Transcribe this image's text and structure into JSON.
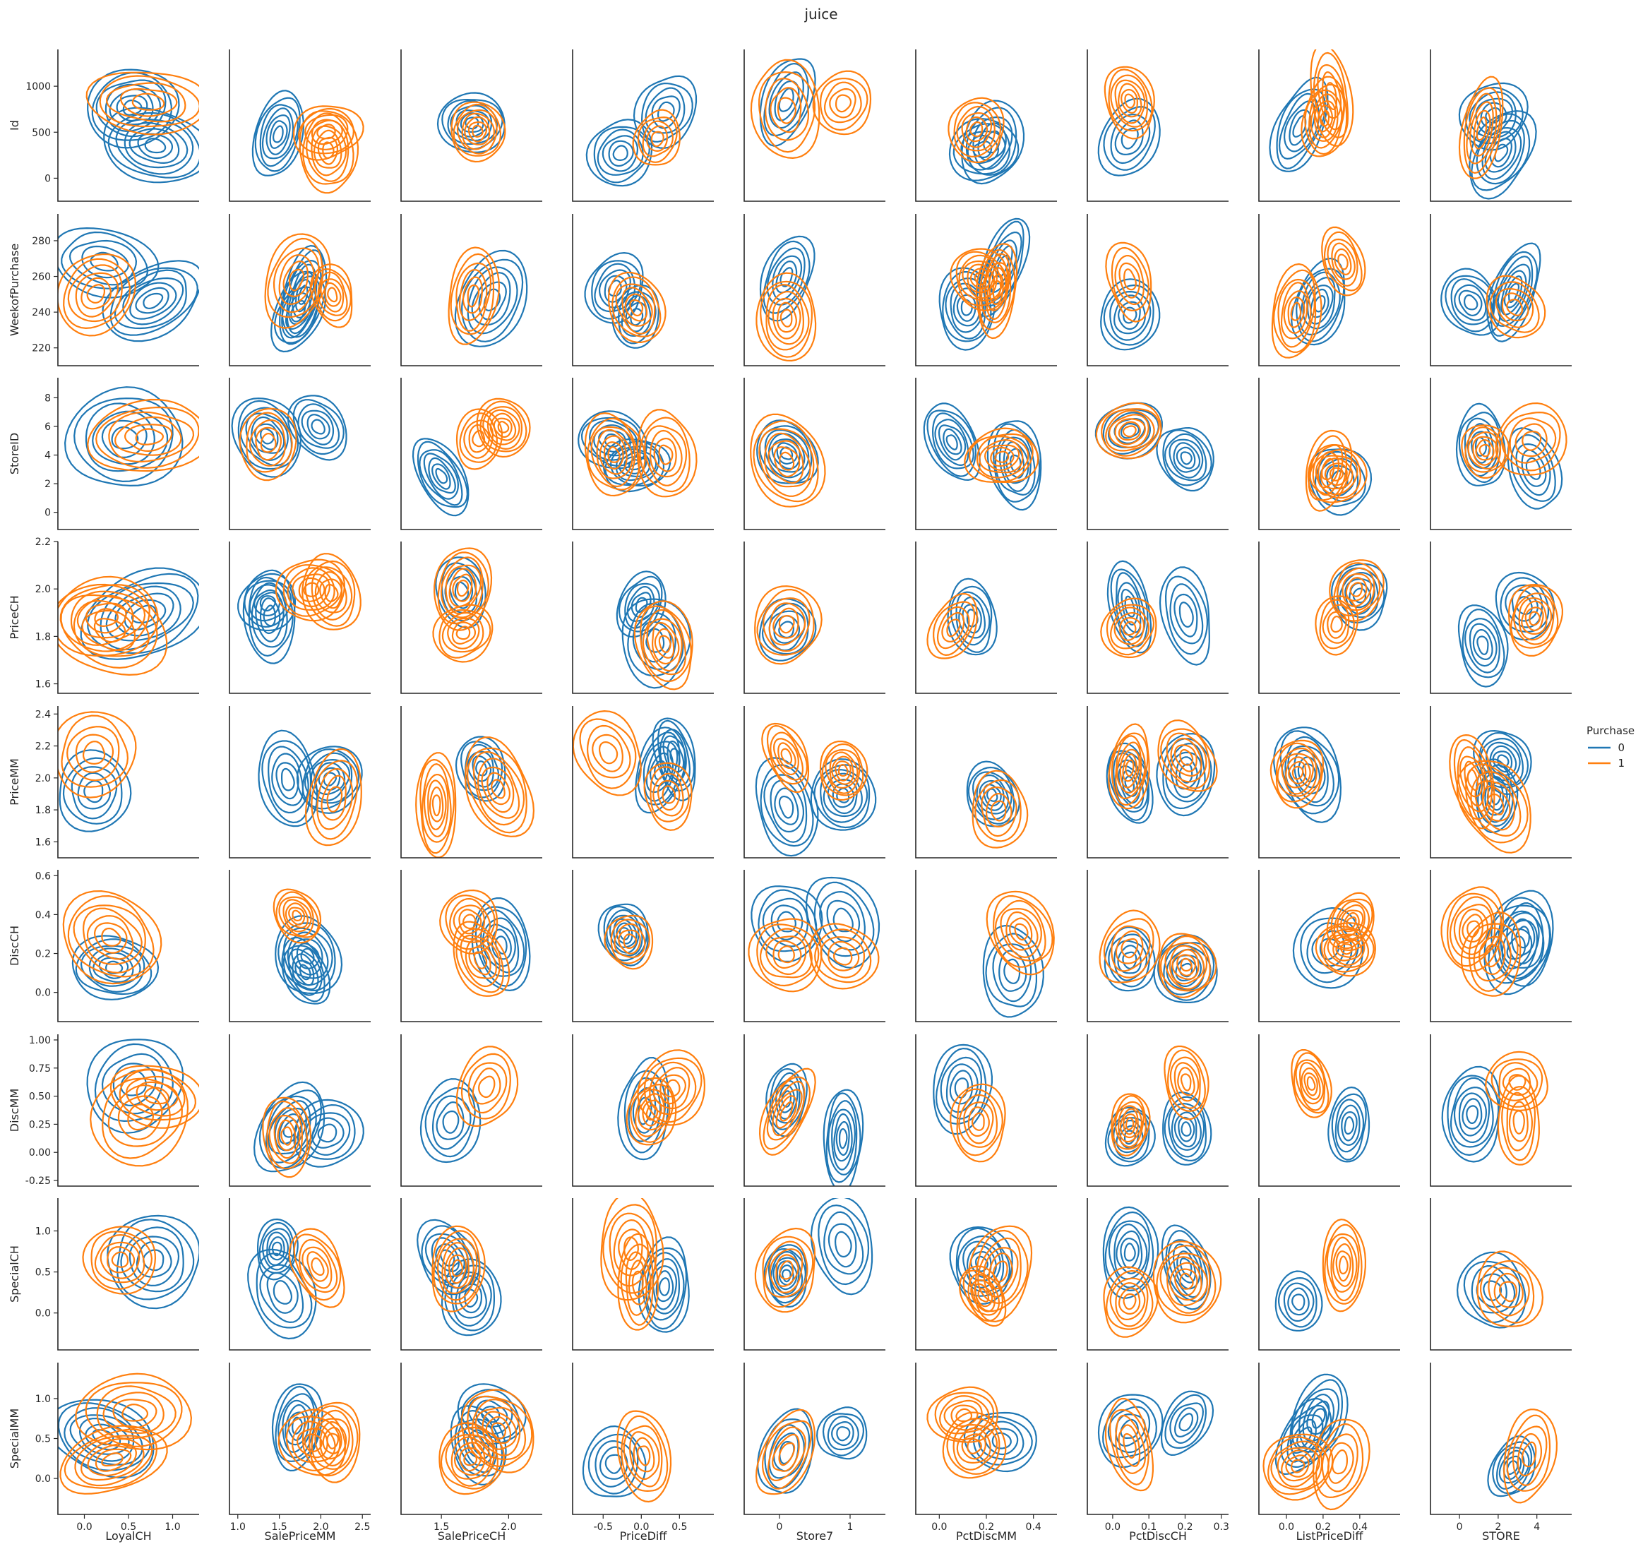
{
  "chart_data": {
    "type": "kde-contour-pairgrid",
    "title": "juice",
    "hue": "Purchase",
    "legend": {
      "title": "Purchase",
      "placement": "center-right",
      "entries": [
        {
          "label": "0",
          "color": "#1f77b4"
        },
        {
          "label": "1",
          "color": "#ff7f0e"
        }
      ]
    },
    "grid": false,
    "x_vars": [
      {
        "name": "LoyalCH",
        "lim": [
          -0.3,
          1.3
        ],
        "ticks": [
          "0.0",
          "0.5",
          "1.0"
        ],
        "tick_values": [
          0,
          0.5,
          1
        ]
      },
      {
        "name": "SalePriceMM",
        "lim": [
          0.9,
          2.6
        ],
        "ticks": [
          "1.0",
          "1.5",
          "2.0",
          "2.5"
        ],
        "tick_values": [
          1,
          1.5,
          2,
          2.5
        ]
      },
      {
        "name": "SalePriceCH",
        "lim": [
          1.2,
          2.25
        ],
        "ticks": [
          "1.5",
          "2.0"
        ],
        "tick_values": [
          1.5,
          2
        ]
      },
      {
        "name": "PriceDiff",
        "lim": [
          -0.9,
          0.95
        ],
        "ticks": [
          "-0.5",
          "0.0",
          "0.5"
        ],
        "tick_values": [
          -0.5,
          0,
          0.5
        ]
      },
      {
        "name": "Store7",
        "lim": [
          -0.5,
          1.5
        ],
        "ticks": [
          "0",
          "1"
        ],
        "tick_values": [
          0,
          1
        ]
      },
      {
        "name": "PctDiscMM",
        "lim": [
          -0.1,
          0.5
        ],
        "ticks": [
          "0.0",
          "0.2",
          "0.4"
        ],
        "tick_values": [
          0,
          0.2,
          0.4
        ]
      },
      {
        "name": "PctDiscCH",
        "lim": [
          -0.07,
          0.32
        ],
        "ticks": [
          "0.0",
          "0.1",
          "0.2",
          "0.3"
        ],
        "tick_values": [
          0,
          0.1,
          0.2,
          0.3
        ]
      },
      {
        "name": "ListPriceDiff",
        "lim": [
          -0.15,
          0.62
        ],
        "ticks": [
          "0.0",
          "0.2",
          "0.4"
        ],
        "tick_values": [
          0,
          0.2,
          0.4
        ]
      },
      {
        "name": "STORE",
        "lim": [
          -1.5,
          5.8
        ],
        "ticks": [
          "0",
          "2",
          "4"
        ],
        "tick_values": [
          0,
          2,
          4
        ]
      }
    ],
    "y_vars": [
      {
        "name": "Id",
        "lim": [
          -250,
          1400
        ],
        "ticks": [
          "0",
          "500",
          "1000"
        ],
        "tick_values": [
          0,
          500,
          1000
        ]
      },
      {
        "name": "WeekofPurchase",
        "lim": [
          210,
          295
        ],
        "ticks": [
          "220",
          "240",
          "260",
          "280"
        ],
        "tick_values": [
          220,
          240,
          260,
          280
        ]
      },
      {
        "name": "StoreID",
        "lim": [
          -1.2,
          9.4
        ],
        "ticks": [
          "0",
          "2",
          "4",
          "6",
          "8"
        ],
        "tick_values": [
          0,
          2,
          4,
          6,
          8
        ]
      },
      {
        "name": "PriceCH",
        "lim": [
          1.56,
          2.2
        ],
        "ticks": [
          "1.6",
          "1.8",
          "2.0",
          "2.2"
        ],
        "tick_values": [
          1.6,
          1.8,
          2,
          2.2
        ]
      },
      {
        "name": "PriceMM",
        "lim": [
          1.5,
          2.45
        ],
        "ticks": [
          "1.6",
          "1.8",
          "2.0",
          "2.2",
          "2.4"
        ],
        "tick_values": [
          1.6,
          1.8,
          2,
          2.2,
          2.4
        ]
      },
      {
        "name": "DiscCH",
        "lim": [
          -0.15,
          0.63
        ],
        "ticks": [
          "0.0",
          "0.2",
          "0.4",
          "0.6"
        ],
        "tick_values": [
          0,
          0.2,
          0.4,
          0.6
        ]
      },
      {
        "name": "DiscMM",
        "lim": [
          -0.3,
          1.05
        ],
        "ticks": [
          "-0.25",
          "0.00",
          "0.25",
          "0.50",
          "0.75",
          "1.00"
        ],
        "tick_values": [
          -0.25,
          0,
          0.25,
          0.5,
          0.75,
          1
        ]
      },
      {
        "name": "SpecialCH",
        "lim": [
          -0.45,
          1.4
        ],
        "ticks": [
          "0.0",
          "0.5",
          "1.0"
        ],
        "tick_values": [
          0,
          0.5,
          1
        ]
      },
      {
        "name": "SpecialMM",
        "lim": [
          -0.45,
          1.45
        ],
        "ticks": [
          "0.0",
          "0.5",
          "1.0"
        ],
        "tick_values": [
          0,
          0.5,
          1
        ]
      }
    ]
  }
}
